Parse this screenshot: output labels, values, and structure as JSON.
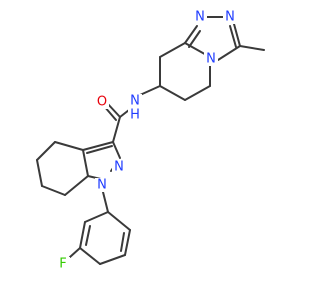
{
  "structure": {
    "atoms": {
      "O": {
        "text": "O",
        "color": "#e8000b"
      },
      "NH": {
        "text": "N",
        "sub": "H",
        "color": "#1f3cff"
      },
      "N_tr1": {
        "text": "N",
        "color": "#1f3cff"
      },
      "N_tr2": {
        "text": "N",
        "color": "#1f3cff"
      },
      "N_tr3": {
        "text": "N",
        "color": "#1f3cff"
      },
      "N_pz1": {
        "text": "N",
        "color": "#1f3cff"
      },
      "N_pz2": {
        "text": "N",
        "color": "#1f3cff"
      },
      "F": {
        "text": "F",
        "color": "#33cc00"
      }
    },
    "bond_color": "#3a3a3a"
  }
}
